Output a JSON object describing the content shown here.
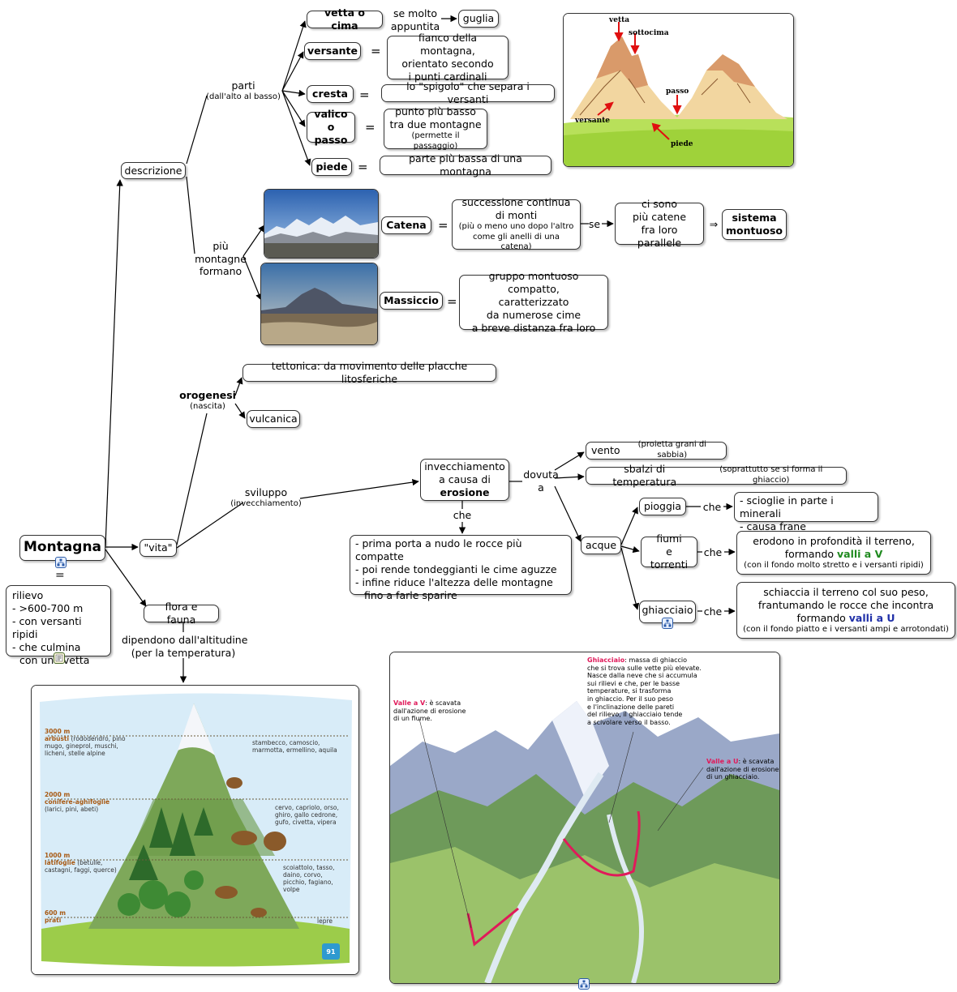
{
  "root": {
    "title": "Montagna"
  },
  "definition": {
    "eq": "=",
    "lines": [
      "rilievo",
      "- >600-700 m",
      "- con versanti ripidi",
      "- che culmina",
      "con una vetta"
    ]
  },
  "descrizione": {
    "label": "descrizione",
    "parti_label": "parti",
    "parti_sub": "(dall'alto al basso)",
    "parts": [
      {
        "name": "vetta o cima",
        "link": "se molto",
        "link2": "appuntita",
        "target": "guglia"
      },
      {
        "name": "versante",
        "eq": "=",
        "def": [
          "fianco della montagna,",
          "orientato secondo",
          "i punti cardinali"
        ]
      },
      {
        "name": "cresta",
        "eq": "=",
        "def": [
          "lo \"spigolo\" che separa i versanti"
        ]
      },
      {
        "name": [
          "valico",
          "o passo"
        ],
        "eq": "=",
        "def": [
          "punto più basso",
          "tra due montagne"
        ],
        "def_sub": "(permette il passaggio)"
      },
      {
        "name": "piede",
        "eq": "=",
        "def": [
          "parte più bassa di una montagna"
        ]
      }
    ],
    "formano_label": [
      "più",
      "montagne",
      "formano"
    ],
    "catena": {
      "name": "Catena",
      "eq": "=",
      "def": [
        "successione continua",
        "di monti"
      ],
      "def_sub": [
        "(più o meno uno dopo l'altro",
        "come gli anelli di una catena)"
      ],
      "link": "se",
      "next": [
        "ci sono",
        "più catene",
        "fra loro parallele"
      ],
      "arrow": "⇒",
      "result": [
        "sistema",
        "montuoso"
      ]
    },
    "massiccio": {
      "name": "Massiccio",
      "eq": "=",
      "def": [
        "gruppo montuoso compatto,",
        "caratterizzato",
        "da numerose cime",
        "a breve distanza fra loro"
      ]
    }
  },
  "diagram_labels": {
    "vetta": "vetta",
    "sottocima": "sottocima",
    "passo": "passo",
    "versante": "versante",
    "piede": "piede"
  },
  "vita": {
    "label": "\"vita\"",
    "orogenesi": "orogenesi",
    "orogenesi_sub": "(nascita)",
    "tettonica": "tettonica: da movimento delle placche litosferiche",
    "vulcanica": "vulcanica",
    "sviluppo": "sviluppo",
    "sviluppo_sub": "(invecchiamento)",
    "invecchiamento": [
      "invecchiamento",
      "a causa di"
    ],
    "erosione": "erosione",
    "che": "che",
    "effects": [
      "- prima porta a nudo le rocce più compatte",
      "- poi rende tondeggianti le cime aguzze",
      "- infine riduce l'altezza delle montagne",
      "fino a farle sparire"
    ],
    "dovuta": [
      "dovuta",
      "a"
    ],
    "vento": "vento",
    "vento_sub": "(proietta grani di sabbia)",
    "sbalzi": "sbalzi di temperatura",
    "sbalzi_sub": "(soprattutto se si forma il ghiaccio)",
    "acque": "acque",
    "pioggia": "pioggia",
    "pioggia_effects": [
      "- scioglie in parte i minerali",
      "- causa frane"
    ],
    "fiumi": [
      "fiumi",
      "e torrenti"
    ],
    "fiumi_effects": [
      "erodono in profondità il terreno,",
      "formando"
    ],
    "valli_v": "valli a V",
    "fiumi_sub": "(con il fondo molto stretto e i versanti ripidi)",
    "ghiacciaio": "ghiacciaio",
    "ghiacciaio_effects": [
      "schiaccia il terreno col suo peso,",
      "frantumando le rocce che incontra",
      "formando"
    ],
    "valli_u": "valli a U",
    "ghiacciaio_sub": "(con il fondo piatto e i versanti ampi e arrotondati)"
  },
  "flora": {
    "label": "flora e fauna",
    "dep": [
      "dipendono dall'altitudine",
      "(per la temperatura)"
    ]
  },
  "altitude_image": {
    "levels": [
      {
        "alt": "3000 m",
        "veg": "arbusti",
        "veg_desc": "(rododendro, pino mugo, gineprol, muschi, licheni, stelle alpine",
        "fauna": "stambecco, camoscio, marmotta, ermellino, aquila"
      },
      {
        "alt": "2000 m",
        "veg": "conifere-aghifoglie",
        "veg_desc": "(larici, pini, abeti)",
        "fauna": "cervo, capriolo, orso, ghiro, gallo cedrone, gufo, civetta, vipera"
      },
      {
        "alt": "1000 m",
        "veg": "latifoglie",
        "veg_desc": "(betulle, castagni, faggi, querce)",
        "fauna": "scoiattolo, tasso, daino, corvo, picchio, fagiano, volpe"
      },
      {
        "alt": "600 m",
        "veg": "prati",
        "veg_desc": "",
        "fauna": "lepre"
      }
    ],
    "page": "91"
  },
  "valley_image": {
    "ghiacciaio_title": "Ghiacciaio",
    "ghiacciaio_text": [
      "massa di ghiaccio",
      "che si trova sulle vette più elevate.",
      "Nasce dalla neve che si accumula",
      "sui rilievi e che, per le basse",
      "temperature, si trasforma",
      "in ghiaccio. Per il suo peso",
      "e l'inclinazione delle pareti",
      "del rilievo, il ghiacciaio tende",
      "a scivolare verso il basso."
    ],
    "valle_v_title": "Valle a V",
    "valle_v_text": [
      "è scavata",
      "dall'azione di erosione",
      "di un fiume."
    ],
    "valle_u_title": "Valle a U",
    "valle_u_text": [
      "è scavata",
      "dall'azione di erosione",
      "di un ghiacciaio."
    ]
  },
  "colors": {
    "green_text": "#1f8a1f",
    "blue_text": "#1f2fa8",
    "arrow_red": "#d01010",
    "valley_pink": "#e01a5a"
  }
}
